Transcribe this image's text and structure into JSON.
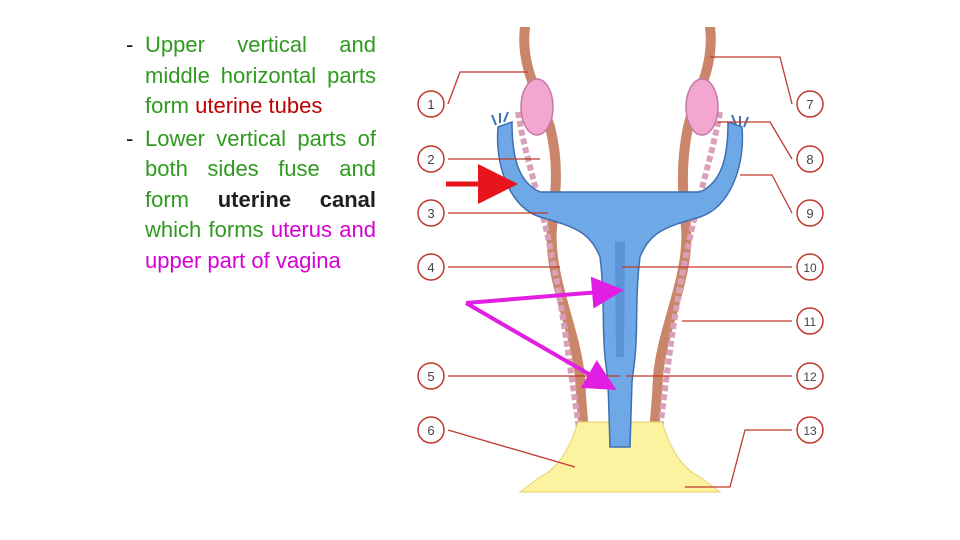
{
  "colors": {
    "green": "#2f9a1f",
    "red": "#c00000",
    "dark": "#1f1f1f",
    "magenta": "#d400d4",
    "label_ring": "#c0392b",
    "leader": "#c0392b",
    "duct_blue": "#6ea8e6",
    "paramesonephric_pink": "#d9a0b8",
    "mesonephric_tan": "#c9866a",
    "ovary_pink": "#f2a6d0",
    "sinus_yellow": "#fbf3a0",
    "arrow_red": "#e8141c",
    "arrow_magenta": "#e31ee3"
  },
  "text": {
    "bullet1": [
      {
        "t": "Upper vertical and middle horizontal parts form ",
        "c": "green",
        "b": false
      },
      {
        "t": "uterine tubes",
        "c": "red",
        "b": false
      }
    ],
    "bullet2": [
      {
        "t": "Lower vertical parts of both sides fuse and form ",
        "c": "green",
        "b": false
      },
      {
        "t": "uterine canal",
        "c": "dark",
        "b": true
      },
      {
        "t": " which forms ",
        "c": "green",
        "b": false
      },
      {
        "t": "uterus and upper part of vagina",
        "c": "magenta",
        "b": false
      }
    ]
  },
  "diagram": {
    "labels_left": [
      "1",
      "2",
      "3",
      "4",
      "5",
      "6"
    ],
    "labels_right": [
      "7",
      "8",
      "9",
      "10",
      "11",
      "12",
      "13"
    ]
  }
}
